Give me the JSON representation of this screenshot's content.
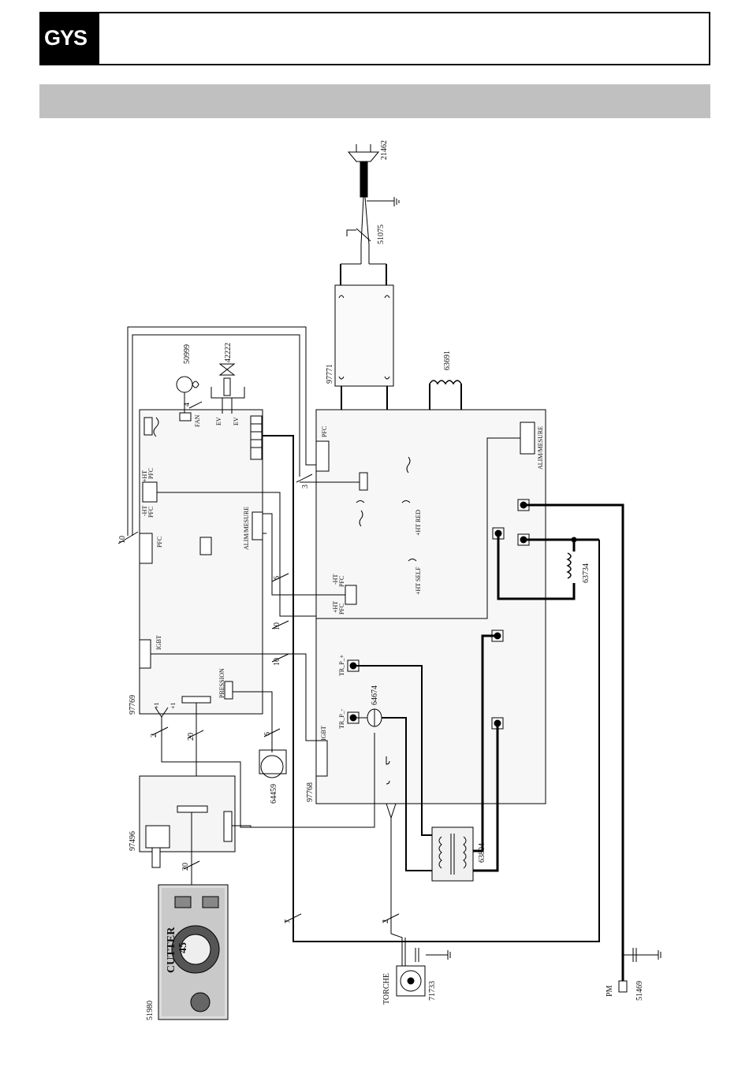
{
  "header": {
    "logo_text": "GYS"
  },
  "labels": {
    "plug": "21462",
    "breaker": "51075",
    "filter_board": "97771",
    "inductor_top": "63691",
    "fan": "50999",
    "valve": "42222",
    "control_board": "97769",
    "power_board": "97768",
    "inductor_right": "63734",
    "current_sensor": "64674",
    "transformer": "63804",
    "pressure_sensor": "64459",
    "display_board": "97496",
    "front_panel": "51980",
    "torch_connector": "71733",
    "pm_connector": "51469",
    "torche": "TORCHE",
    "pm": "PM",
    "fan_conn": "FAN",
    "ev1": "EV",
    "ev2": "EV",
    "ht_pfc_pos": "+HT\nPFC",
    "ht_pfc_neg": "-HT\nPFC",
    "pfc_left": "PFC",
    "alim_mesure_left": "ALIM/MESURE",
    "igbt_left": "IGBT",
    "pression": "PRESSION",
    "pfc_right": "PFC",
    "alim_mesure_right": "ALIM/MESURE",
    "ht_red": "+HT RED",
    "ht_self": "+HT SELF",
    "ht_pfc_neg_right": "-HT\nPFC",
    "ht_pfc_pos_right": "+HT\nPFC",
    "tr_p_pos": "TR_P_+",
    "tr_p_neg": "TR_P_-",
    "igbt_right": "IGBT",
    "plus1_a": "+1",
    "plus1_b": "+1",
    "cut_4": "4",
    "cut_3": "3",
    "cut_10a": "10",
    "cut_6a": "6",
    "cut_10b": "10",
    "cut_10c": "10",
    "cut_6b": "6",
    "cut_2a": "2",
    "cut_20a": "20",
    "cut_20b": "20",
    "cut_7": "7",
    "cut_2b": "2",
    "panel_brand": "CUTTER",
    "panel_model": "45"
  }
}
